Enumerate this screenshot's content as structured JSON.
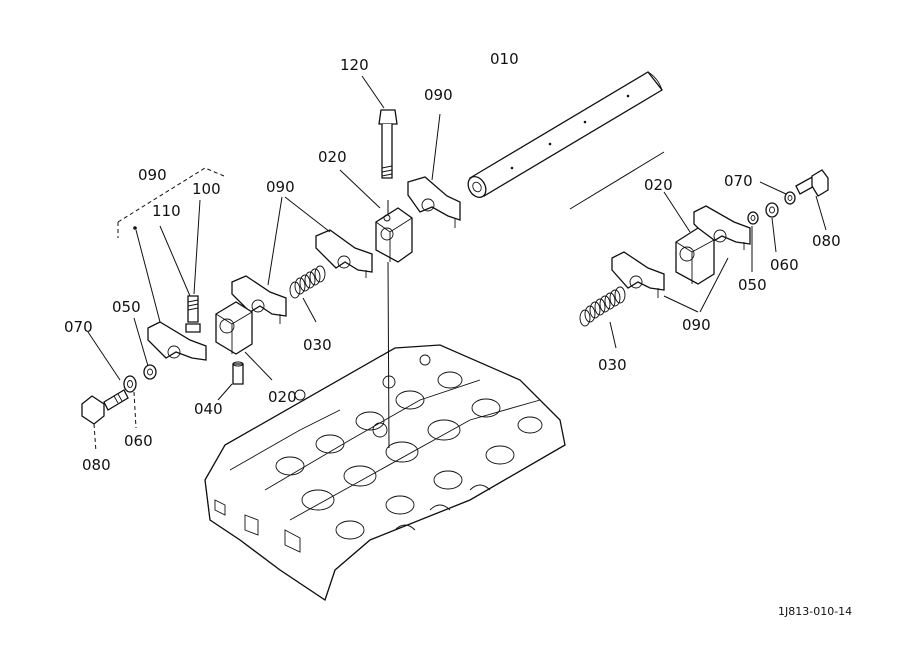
{
  "figure_id": "1J813-010-14",
  "labels": {
    "l010": "010",
    "l120": "120",
    "l090_top": "090",
    "l020_center": "020",
    "l090_mid": "090",
    "l090_left": "090",
    "l100": "100",
    "l110": "110",
    "l050_left": "050",
    "l070_left": "070",
    "l030_mid": "030",
    "l020_left": "020",
    "l040": "040",
    "l060_left": "060",
    "l080_left": "080",
    "l020_right": "020",
    "l070_right": "070",
    "l080_right": "080",
    "l060_right": "060",
    "l050_right": "050",
    "l090_right": "090",
    "l030_right": "030"
  }
}
